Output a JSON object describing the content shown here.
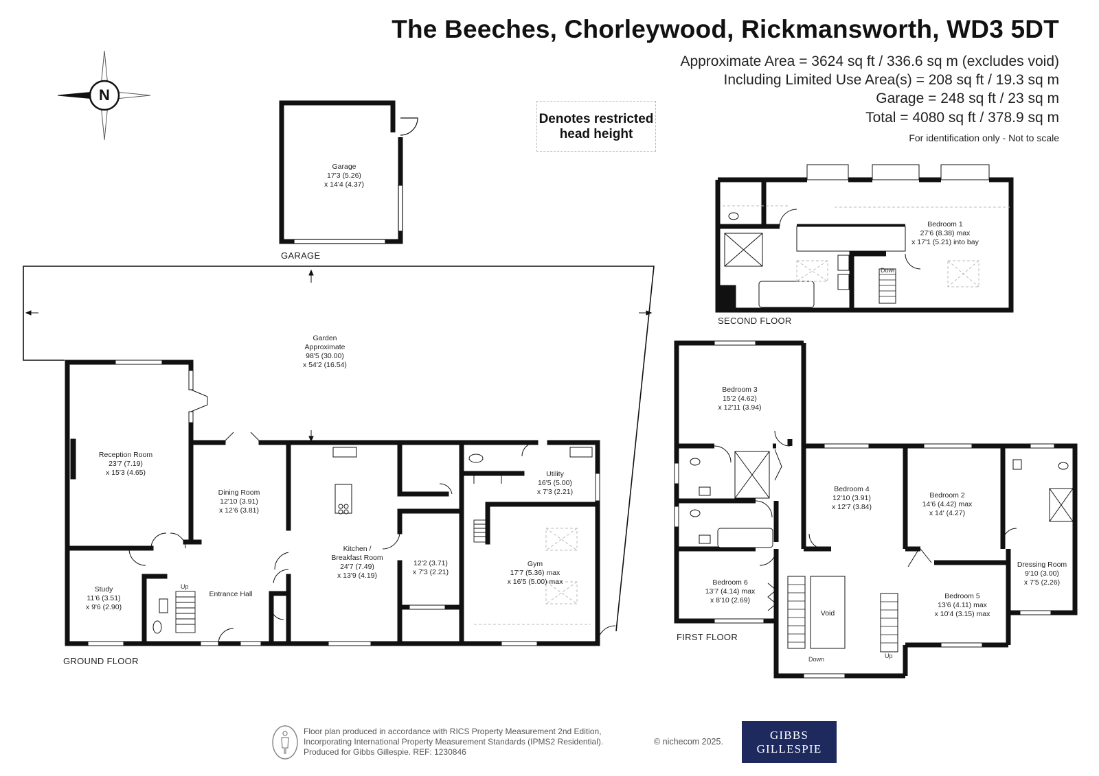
{
  "header": {
    "title": "The Beeches, Chorleywood, Rickmansworth, WD3 5DT",
    "area_lines": [
      "Approximate Area = 3624 sq ft / 336.6 sq m (excludes void)",
      "Including Limited Use Area(s) = 208 sq ft / 19.3 sq m",
      "Garage = 248 sq ft / 23 sq m",
      "Total = 4080 sq ft / 378.9 sq m"
    ],
    "note": "For identification only - Not to scale"
  },
  "compass": {
    "letter": "N"
  },
  "restricted_key": {
    "line1": "Denotes restricted",
    "line2": "head height"
  },
  "floors": {
    "garage": "GARAGE",
    "ground": "GROUND FLOOR",
    "first": "FIRST FLOOR",
    "second": "SECOND FLOOR"
  },
  "rooms": {
    "garage": {
      "name": "Garage",
      "d1": "17'3 (5.26)",
      "d2": "x 14'4 (4.37)"
    },
    "garden": {
      "name": "Garden",
      "sub": "Approximate",
      "d1": "98'5 (30.00)",
      "d2": "x 54'2 (16.54)"
    },
    "reception": {
      "name": "Reception Room",
      "d1": "23'7 (7.19)",
      "d2": "x 15'3 (4.65)"
    },
    "dining": {
      "name": "Dining Room",
      "d1": "12'10 (3.91)",
      "d2": "x 12'6 (3.81)"
    },
    "kitchen": {
      "name": "Kitchen /",
      "name2": "Breakfast Room",
      "d1": "24'7 (7.49)",
      "d2": "x 13'9 (4.19)"
    },
    "store": {
      "d1": "12'2 (3.71)",
      "d2": "x 7'3 (2.21)"
    },
    "utility": {
      "name": "Utility",
      "d1": "16'5 (5.00)",
      "d2": "x 7'3 (2.21)"
    },
    "gym": {
      "name": "Gym",
      "d1": "17'7 (5.36) max",
      "d2": "x 16'5 (5.00) max"
    },
    "study": {
      "name": "Study",
      "d1": "11'6 (3.51)",
      "d2": "x 9'6 (2.90)"
    },
    "hall": {
      "name": "Entrance Hall"
    },
    "bedroom1": {
      "name": "Bedroom 1",
      "d1": "27'6 (8.38) max",
      "d2": "x 17'1 (5.21) into bay"
    },
    "bedroom2": {
      "name": "Bedroom 2",
      "d1": "14'6 (4.42) max",
      "d2": "x 14' (4.27)"
    },
    "bedroom3": {
      "name": "Bedroom 3",
      "d1": "15'2 (4.62)",
      "d2": "x 12'11 (3.94)"
    },
    "bedroom4": {
      "name": "Bedroom 4",
      "d1": "12'10 (3.91)",
      "d2": "x 12'7 (3.84)"
    },
    "bedroom5": {
      "name": "Bedroom 5",
      "d1": "13'6 (4.11) max",
      "d2": "x 10'4 (3.15) max"
    },
    "bedroom6": {
      "name": "Bedroom 6",
      "d1": "13'7 (4.14) max",
      "d2": "x 8'10 (2.69)"
    },
    "dressing": {
      "name": "Dressing Room",
      "d1": "9'10 (3.00)",
      "d2": "x 7'5 (2.26)"
    },
    "void": {
      "name": "Void"
    }
  },
  "stair_labels": {
    "up": "Up",
    "down": "Down"
  },
  "footer": {
    "line1": "Floor plan produced in accordance with RICS Property Measurement 2nd Edition,",
    "line2": "Incorporating International Property Measurement Standards (IPMS2 Residential).",
    "line3": "Produced for Gibbs Gillespie.   REF:  1230846",
    "copyright": "© nichecom 2025."
  },
  "logo": {
    "line1": "GIBBS",
    "line2": "GILLESPIE"
  },
  "colors": {
    "wall": "#111111",
    "logo_bg": "#1e2a5e",
    "dash": "#bdbdbd"
  }
}
